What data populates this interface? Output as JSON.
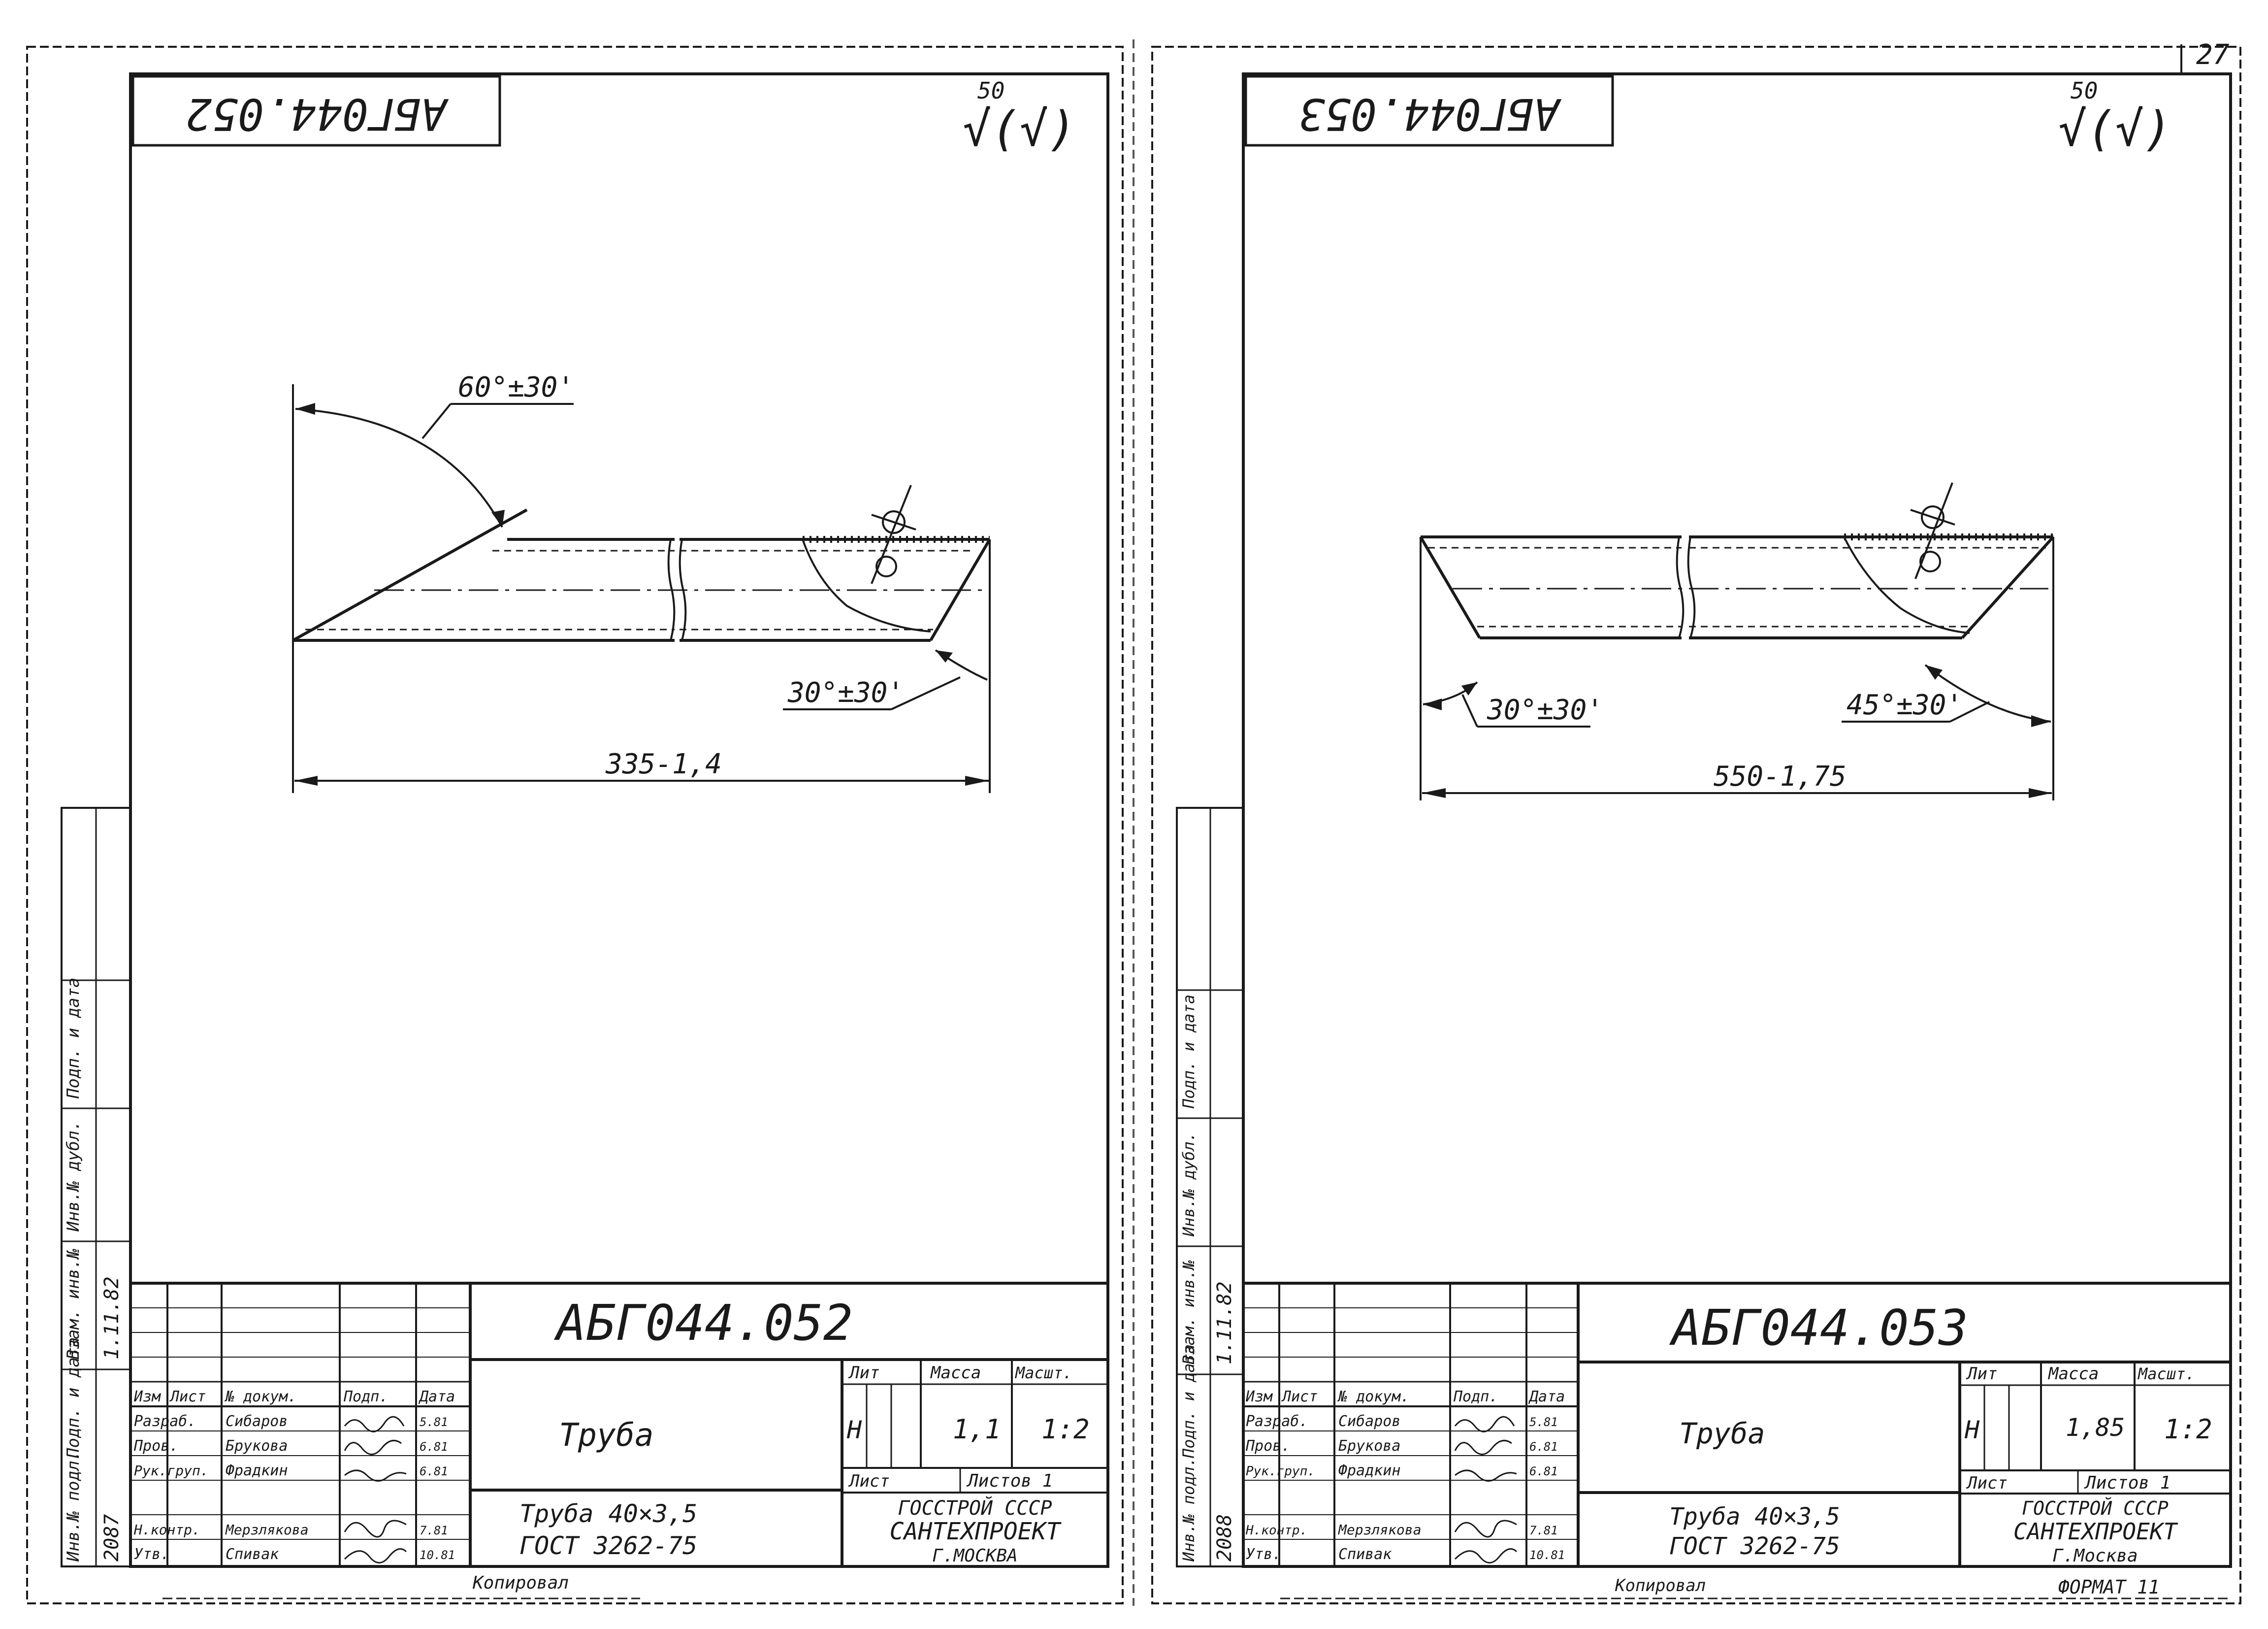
{
  "page_number": "27",
  "format_label": "ФОРМАТ 11",
  "left_sheet": {
    "stamp_code": "АБГ044.052",
    "surface_mark": "√(√)",
    "surface_value": "50",
    "angle_top": "60°±30'",
    "angle_bottom": "30°±30'",
    "length": "335-1,4",
    "designation": "АБГ044.052",
    "name": "Труба",
    "material_line1": "Труба 40×3,5",
    "material_line2": "ГОСТ 3262-75",
    "header": {
      "lit": "Лит",
      "mass": "Масса",
      "scale": "Масшт."
    },
    "lit_value": "Н",
    "mass_value": "1,1",
    "scale_value": "1:2",
    "sheet_label": "Лист",
    "sheets_label": "Листов 1",
    "org_line1": "ГОССТРОЙ СССР",
    "org_line2": "САНТЕХПРОЕКТ",
    "org_line3": "Г.МОСКВА",
    "copy_label": "Копировал",
    "rev_headers": [
      "Изм",
      "Лист",
      "№ докум.",
      "Подп.",
      "Дата"
    ],
    "signatures": [
      {
        "role": "Разраб.",
        "name": "Сибаров",
        "date": "5.81"
      },
      {
        "role": "Пров.",
        "name": "Брукова",
        "date": "6.81"
      },
      {
        "role": "Рук.груп.",
        "name": "Фрадкин",
        "date": "6.81"
      },
      {
        "role": "Н.контр.",
        "name": "Мерзлякова",
        "date": "7.81"
      },
      {
        "role": "Утв.",
        "name": "Спивак",
        "date": "10.81"
      }
    ],
    "side_labels": [
      "Инв.№ подл.",
      "Подп. и дата",
      "Взам. инв.№",
      "Инв.№ дубл.",
      "Подп. и дата"
    ],
    "inv_number": "2087",
    "sign_date": "1.11.82"
  },
  "right_sheet": {
    "stamp_code": "АБГ044.053",
    "surface_mark": "√(√)",
    "surface_value": "50",
    "angle_left": "30°±30'",
    "angle_right": "45°±30'",
    "length": "550-1,75",
    "designation": "АБГ044.053",
    "name": "Труба",
    "material_line1": "Труба 40×3,5",
    "material_line2": "ГОСТ 3262-75",
    "header": {
      "lit": "Лит",
      "mass": "Масса",
      "scale": "Масшт."
    },
    "lit_value": "Н",
    "mass_value": "1,85",
    "scale_value": "1:2",
    "sheet_label": "Лист",
    "sheets_label": "Листов 1",
    "org_line1": "ГОССТРОЙ СССР",
    "org_line2": "САНТЕХПРОЕКТ",
    "org_line3": "Г.Москва",
    "copy_label": "Копировал",
    "rev_headers": [
      "Изм",
      "Лист",
      "№ докум.",
      "Подп.",
      "Дата"
    ],
    "signatures": [
      {
        "role": "Разраб.",
        "name": "Сибаров",
        "date": "5.81"
      },
      {
        "role": "Пров.",
        "name": "Брукова",
        "date": "6.81"
      },
      {
        "role": "Рук.груп.",
        "name": "Фрадкин",
        "date": "6.81"
      },
      {
        "role": "Н.контр.",
        "name": "Мерзлякова",
        "date": "7.81"
      },
      {
        "role": "Утв.",
        "name": "Спивак",
        "date": "10.81"
      }
    ],
    "side_labels": [
      "Инв.№ подл.",
      "Подп. и дата",
      "Взам. инв.№",
      "Инв.№ дубл.",
      "Подп. и дата"
    ],
    "inv_number": "2088",
    "sign_date": "1.11.82"
  }
}
